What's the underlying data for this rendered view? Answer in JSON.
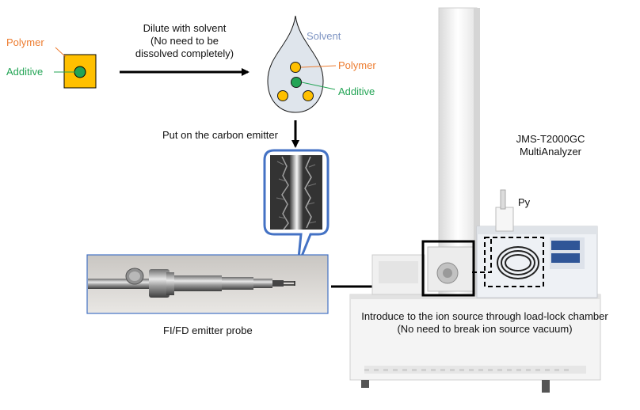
{
  "colors": {
    "polymer": "#ed7d31",
    "additive": "#23a455",
    "square_fill": "#ffc000",
    "solvent_text": "#7f95c3",
    "callout_border": "#4472c4",
    "arrow": "#000000"
  },
  "left_sample": {
    "polymer_label": "Polymer",
    "additive_label": "Additive"
  },
  "dilute": {
    "line1": "Dilute with solvent",
    "line2": "(No need to be",
    "line3": "dissolved completely)"
  },
  "drop": {
    "solvent_label": "Solvent",
    "polymer_label": "Polymer",
    "additive_label": "Additive"
  },
  "emitter_step": {
    "label": "Put on the carbon emitter"
  },
  "instrument": {
    "line1": "JMS-T2000GC",
    "line2": "MultiAnalyzer",
    "py_label": "Py"
  },
  "probe": {
    "caption": "FI/FD emitter probe"
  },
  "introduce": {
    "line1": "Introduce to the ion source through load-lock chamber",
    "line2": "(No need to break ion source vacuum)"
  }
}
